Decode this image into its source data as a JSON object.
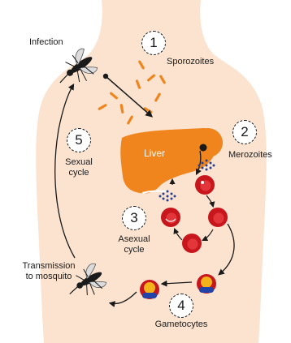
{
  "steps": [
    {
      "number": "1",
      "label": "Sporozoites"
    },
    {
      "number": "2",
      "label": "Merozoites"
    },
    {
      "number": "3",
      "label": "Asexual\ncycle"
    },
    {
      "number": "4",
      "label": "Gametocytes"
    },
    {
      "number": "5",
      "label": "Sexual\ncycle"
    }
  ],
  "labels": {
    "infection": "Infection",
    "liver": "Liver",
    "transmission": "Transmission\nto mosquito"
  },
  "colors": {
    "skin": "#fbe3cf",
    "liver": "#f0851e",
    "sporozoite": "#f0851e",
    "blood_cell": "#c8161d",
    "blood_cell_light": "#e2363a",
    "merozoite": "#2a3f8f",
    "gametocyte_cap": "#f3b21a",
    "gametocyte_base": "#2244a8",
    "line": "#1a1a1a"
  },
  "icons": [
    "mosquito-icon",
    "liver-icon",
    "red-blood-cell-icon",
    "gametocyte-icon",
    "merozoite-dots-icon",
    "sporozoite-icon"
  ]
}
